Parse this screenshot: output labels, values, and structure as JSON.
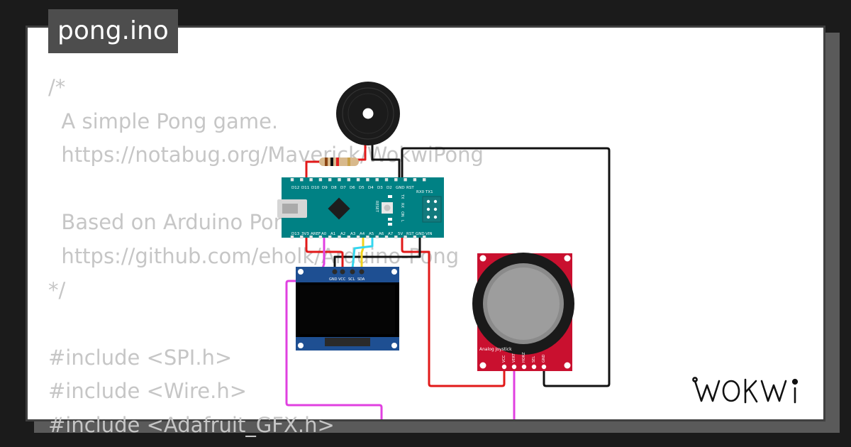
{
  "tab": {
    "filename": "pong.ino"
  },
  "code_lines": [
    "/*",
    "  A simple Pong game.",
    "  https://notabug.org/Maverick/WokwiPong",
    "",
    "  Based on Arduino Pong",
    "  https://github.com/eholk/Arduino-Pong",
    "*/",
    "",
    "#include <SPI.h>",
    "#include <Wire.h>",
    "#include <Adafruit_GFX.h>"
  ],
  "logo": {
    "text": "WOKWi"
  },
  "nano": {
    "top_pins": [
      "D12",
      "D11",
      "D10",
      "D9",
      "D8",
      "D7",
      "D6",
      "D5",
      "D4",
      "D3",
      "D2",
      "GND",
      "RST",
      "RX0",
      "TX1"
    ],
    "bottom_pins": [
      "D13",
      "3V3",
      "AREF",
      "A0",
      "A1",
      "A2",
      "A3",
      "A4",
      "A5",
      "A6",
      "A7",
      "5V",
      "RST",
      "GND",
      "VIN"
    ],
    "leds": [
      "TX",
      "RX",
      "ON",
      "L"
    ],
    "reset_label": "RESET"
  },
  "oled": {
    "pins": [
      "GND",
      "VCC",
      "SCL",
      "SDA"
    ]
  },
  "joystick": {
    "name": "Analog Joystick",
    "pins": [
      "VCC",
      "VERT",
      "HORZ",
      "SEL",
      "GND"
    ]
  },
  "colors": {
    "background": "#1b1b1b",
    "card": "#ffffff",
    "code_text": "#c6c6c6",
    "tag_bg": "#4d4d4d",
    "nano_board": "#008184",
    "oled_board": "#1e4f92",
    "joystick_board": "#c9102f",
    "wire_red": "#e11919",
    "wire_black": "#111111",
    "wire_magenta": "#e040e0",
    "wire_cyan": "#35d7ef",
    "wire_yellow": "#f2d21b"
  }
}
